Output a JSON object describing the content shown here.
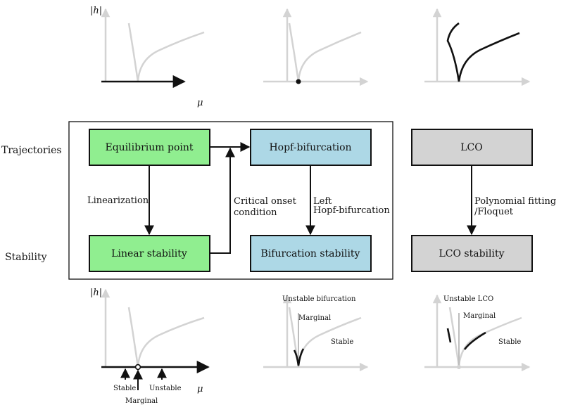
{
  "colors": {
    "equilibrium_fill": "#90ee90",
    "hopf_fill": "#add8e6",
    "lco_fill": "#d3d3d3",
    "curve_gray": "#d3d3d3",
    "ink": "#111111"
  },
  "rows": {
    "trajectories": "Trajectories",
    "stability": "Stability"
  },
  "boxes": {
    "equilibrium": "Equilibrium point",
    "hopf": "Hopf-bifurcation",
    "lco": "LCO",
    "linear_stability": "Linear stability",
    "bifurcation_stability": "Bifurcation stability",
    "lco_stability": "LCO stability"
  },
  "arrows": {
    "linearization": "Linearization",
    "critical_line1": "Critical onset",
    "critical_line2": "condition",
    "left_line1": "Left",
    "left_line2": "Hopf-bifurcation",
    "poly_line1": "Polynomial fitting",
    "poly_line2": "/Floquet"
  },
  "plots": {
    "h_label": "|h|",
    "mu_label": "μ",
    "stable": "Stable",
    "unstable": "Unstable",
    "marginal": "Marginal",
    "unstable_bifurcation": "Unstable bifurcation",
    "unstable_lco": "Unstable LCO"
  }
}
